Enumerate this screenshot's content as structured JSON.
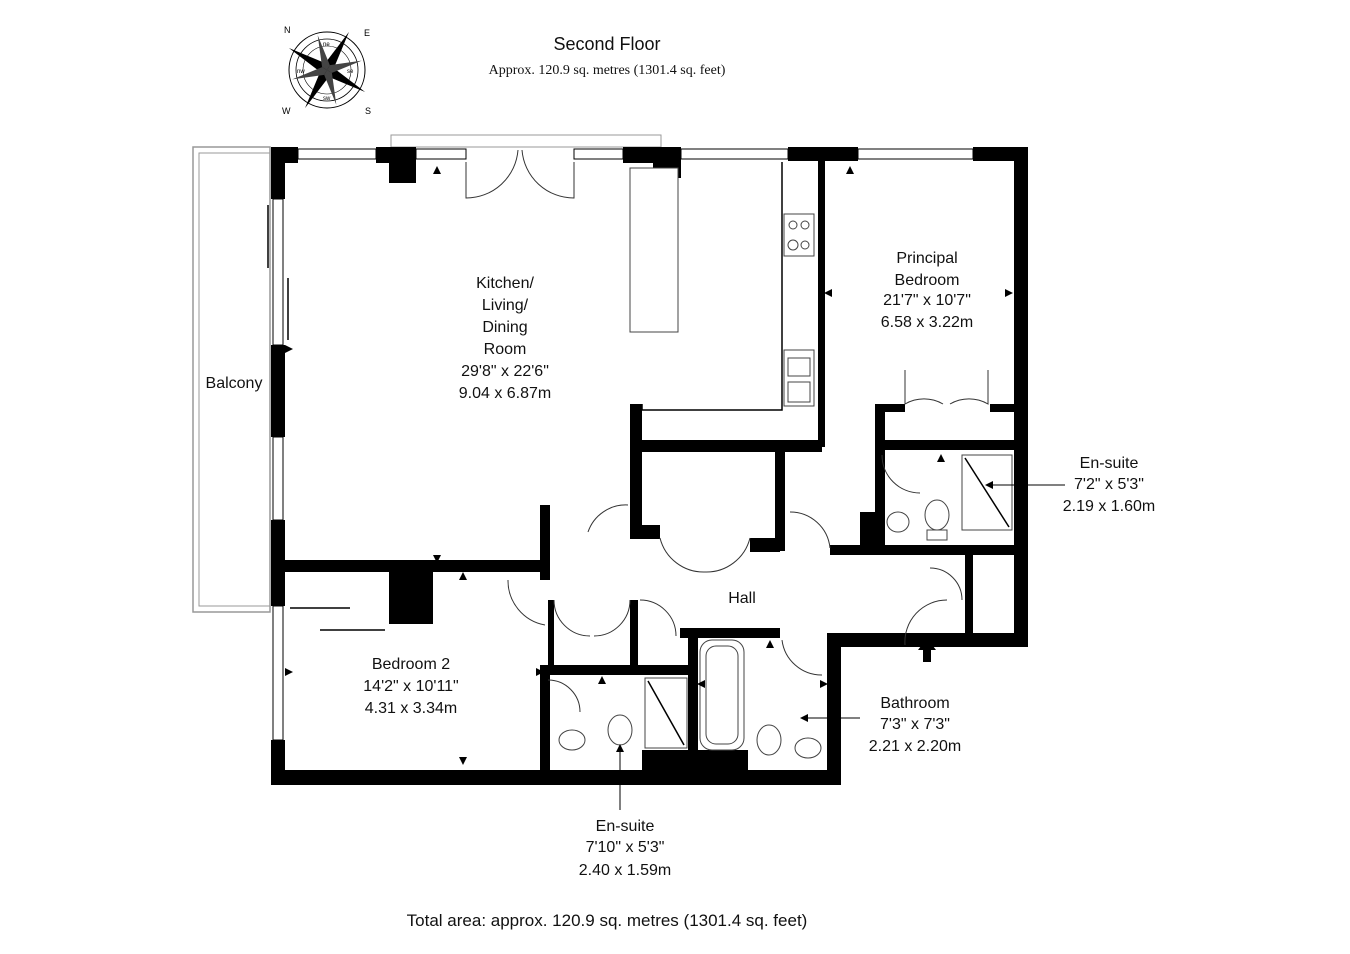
{
  "header": {
    "title": "Second Floor",
    "area": "Approx. 120.9 sq. metres (1301.4 sq. feet)"
  },
  "compass": {
    "icon": "compass-rose-icon",
    "letters": [
      "N",
      "E",
      "S",
      "W",
      "ne",
      "se",
      "sw",
      "nw"
    ]
  },
  "rooms": {
    "kitchen": {
      "name_lines": [
        "Kitchen/",
        "Living/",
        "Dining",
        "Room"
      ],
      "imperial": "29'8\" x 22'6\"",
      "metric": "9.04 x 6.87m"
    },
    "principal": {
      "name_lines": [
        "Principal",
        "Bedroom"
      ],
      "imperial": "21'7\" x 10'7\"",
      "metric": "6.58 x 3.22m"
    },
    "ensuite1": {
      "name": "En-suite",
      "imperial": "7'2\" x 5'3\"",
      "metric": "2.19 x 1.60m"
    },
    "balcony": {
      "name": "Balcony"
    },
    "hall": {
      "name": "Hall"
    },
    "bedroom2": {
      "name": "Bedroom 2",
      "imperial": "14'2\" x 10'11\"",
      "metric": "4.31 x 3.34m"
    },
    "bathroom": {
      "name": "Bathroom",
      "imperial": "7'3\" x 7'3\"",
      "metric": "2.21 x 2.20m"
    },
    "ensuite2": {
      "name": "En-suite",
      "imperial": "7'10\" x 5'3\"",
      "metric": "2.40 x 1.59m"
    }
  },
  "footer": {
    "total": "Total area: approx. 120.9 sq. metres (1301.4 sq. feet)"
  },
  "icons": [
    "entrance-arrow-icon",
    "hob-icon",
    "sink-icon",
    "toilet-icon",
    "basin-icon",
    "shower-icon",
    "bath-icon"
  ]
}
